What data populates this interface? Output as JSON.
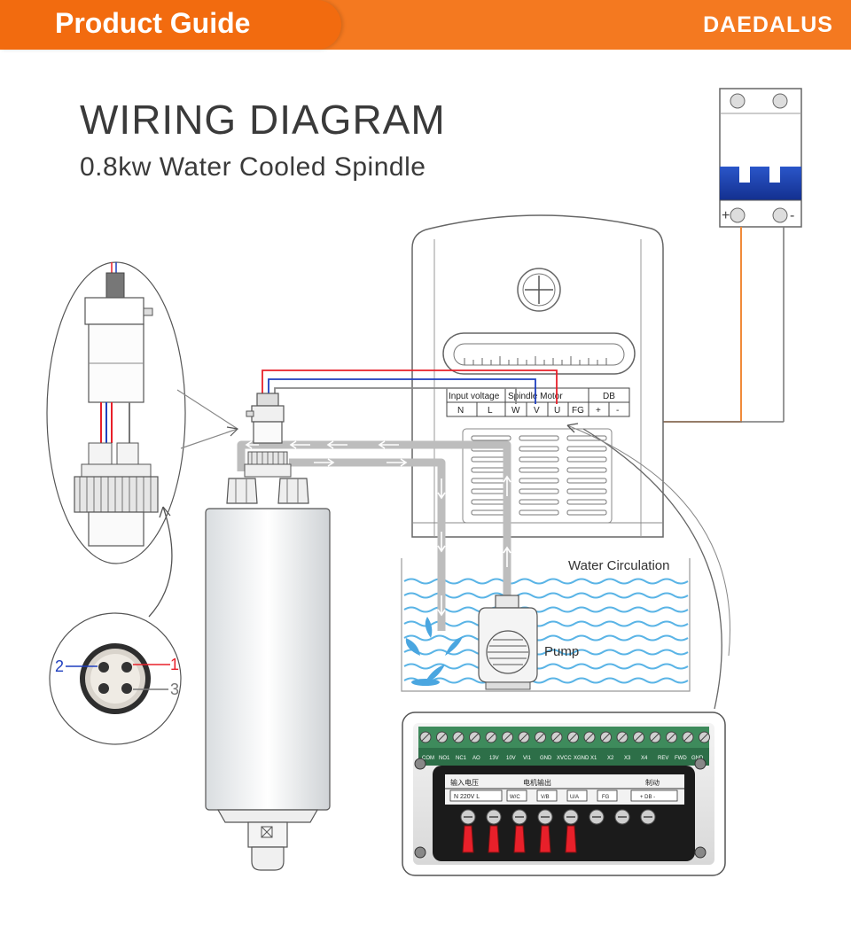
{
  "header": {
    "title": "Product Guide",
    "brand": "DAEDALUS"
  },
  "heading": {
    "title": "WIRING DIAGRAM",
    "subtitle": "0.8kw Water Cooled Spindle"
  },
  "breaker": {
    "plus": "+",
    "minus": "-"
  },
  "vfd": {
    "group_input": "Input voltage",
    "group_motor": "Spindle Motor",
    "group_db": "DB",
    "terminals": [
      "N",
      "L",
      "W",
      "V",
      "U",
      "FG",
      "+",
      "-"
    ]
  },
  "labels": {
    "water": "Water Circulation",
    "pump": "Pump"
  },
  "connector": {
    "pins": [
      "1",
      "2",
      "3"
    ]
  },
  "photo": {
    "top_labels": [
      "COM",
      "NO1",
      "NC1",
      "AO",
      "13V",
      "10V",
      "VI1",
      "GND",
      "XVCC",
      "XGND",
      "X1",
      "X2",
      "X3",
      "X4",
      "REV",
      "FWD",
      "GND"
    ],
    "group_input": "输入电压",
    "group_motor": "电机输出",
    "group_db": "制动",
    "voltage": "N 220V L",
    "terms": [
      "W/C",
      "V/B",
      "U/A",
      "FG",
      "+ DB -"
    ]
  },
  "colors": {
    "accent": "#f47920",
    "wire_red": "#e8202a",
    "wire_blue": "#1f3fbf",
    "wire_orange": "#f08a3a",
    "water": "#5ab4e6"
  }
}
